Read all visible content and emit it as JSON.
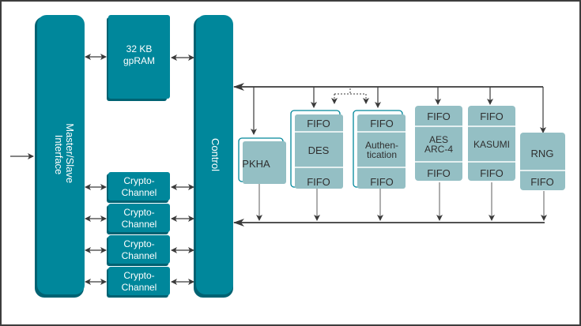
{
  "colors": {
    "teal": "#00879b",
    "teal_shadow": "#006272",
    "light_teal": "#94bfc4",
    "light_teal_outline": "#00879b",
    "arrow": "#3a3a3a",
    "frame": "#3d3d3d"
  },
  "blocks": {
    "master_slave": "Master/Slave Interface",
    "master_slave_line1": "Master/Slave",
    "master_slave_line2": "Interface",
    "gpram_line1": "32 KB",
    "gpram_line2": "gpRAM",
    "control": "Control",
    "crypto_channels": [
      {
        "line1": "Crypto-",
        "line2": "Channel"
      },
      {
        "line1": "Crypto-",
        "line2": "Channel"
      },
      {
        "line1": "Crypto-",
        "line2": "Channel"
      },
      {
        "line1": "Crypto-",
        "line2": "Channel"
      }
    ]
  },
  "execution_units": {
    "pkha": "PKHA",
    "des": {
      "top": "FIFO",
      "middle": "DES",
      "bottom": "FIFO"
    },
    "auth": {
      "top": "FIFO",
      "middle_line1": "Authen-",
      "middle_line2": "tication",
      "bottom": "FIFO"
    },
    "aes": {
      "top": "FIFO",
      "middle_line1": "AES",
      "middle_line2": "ARC-4",
      "bottom": "FIFO"
    },
    "kasumi": {
      "top": "FIFO",
      "middle": "KASUMI",
      "bottom": "FIFO"
    },
    "rng": {
      "middle": "RNG",
      "bottom": "FIFO"
    }
  }
}
